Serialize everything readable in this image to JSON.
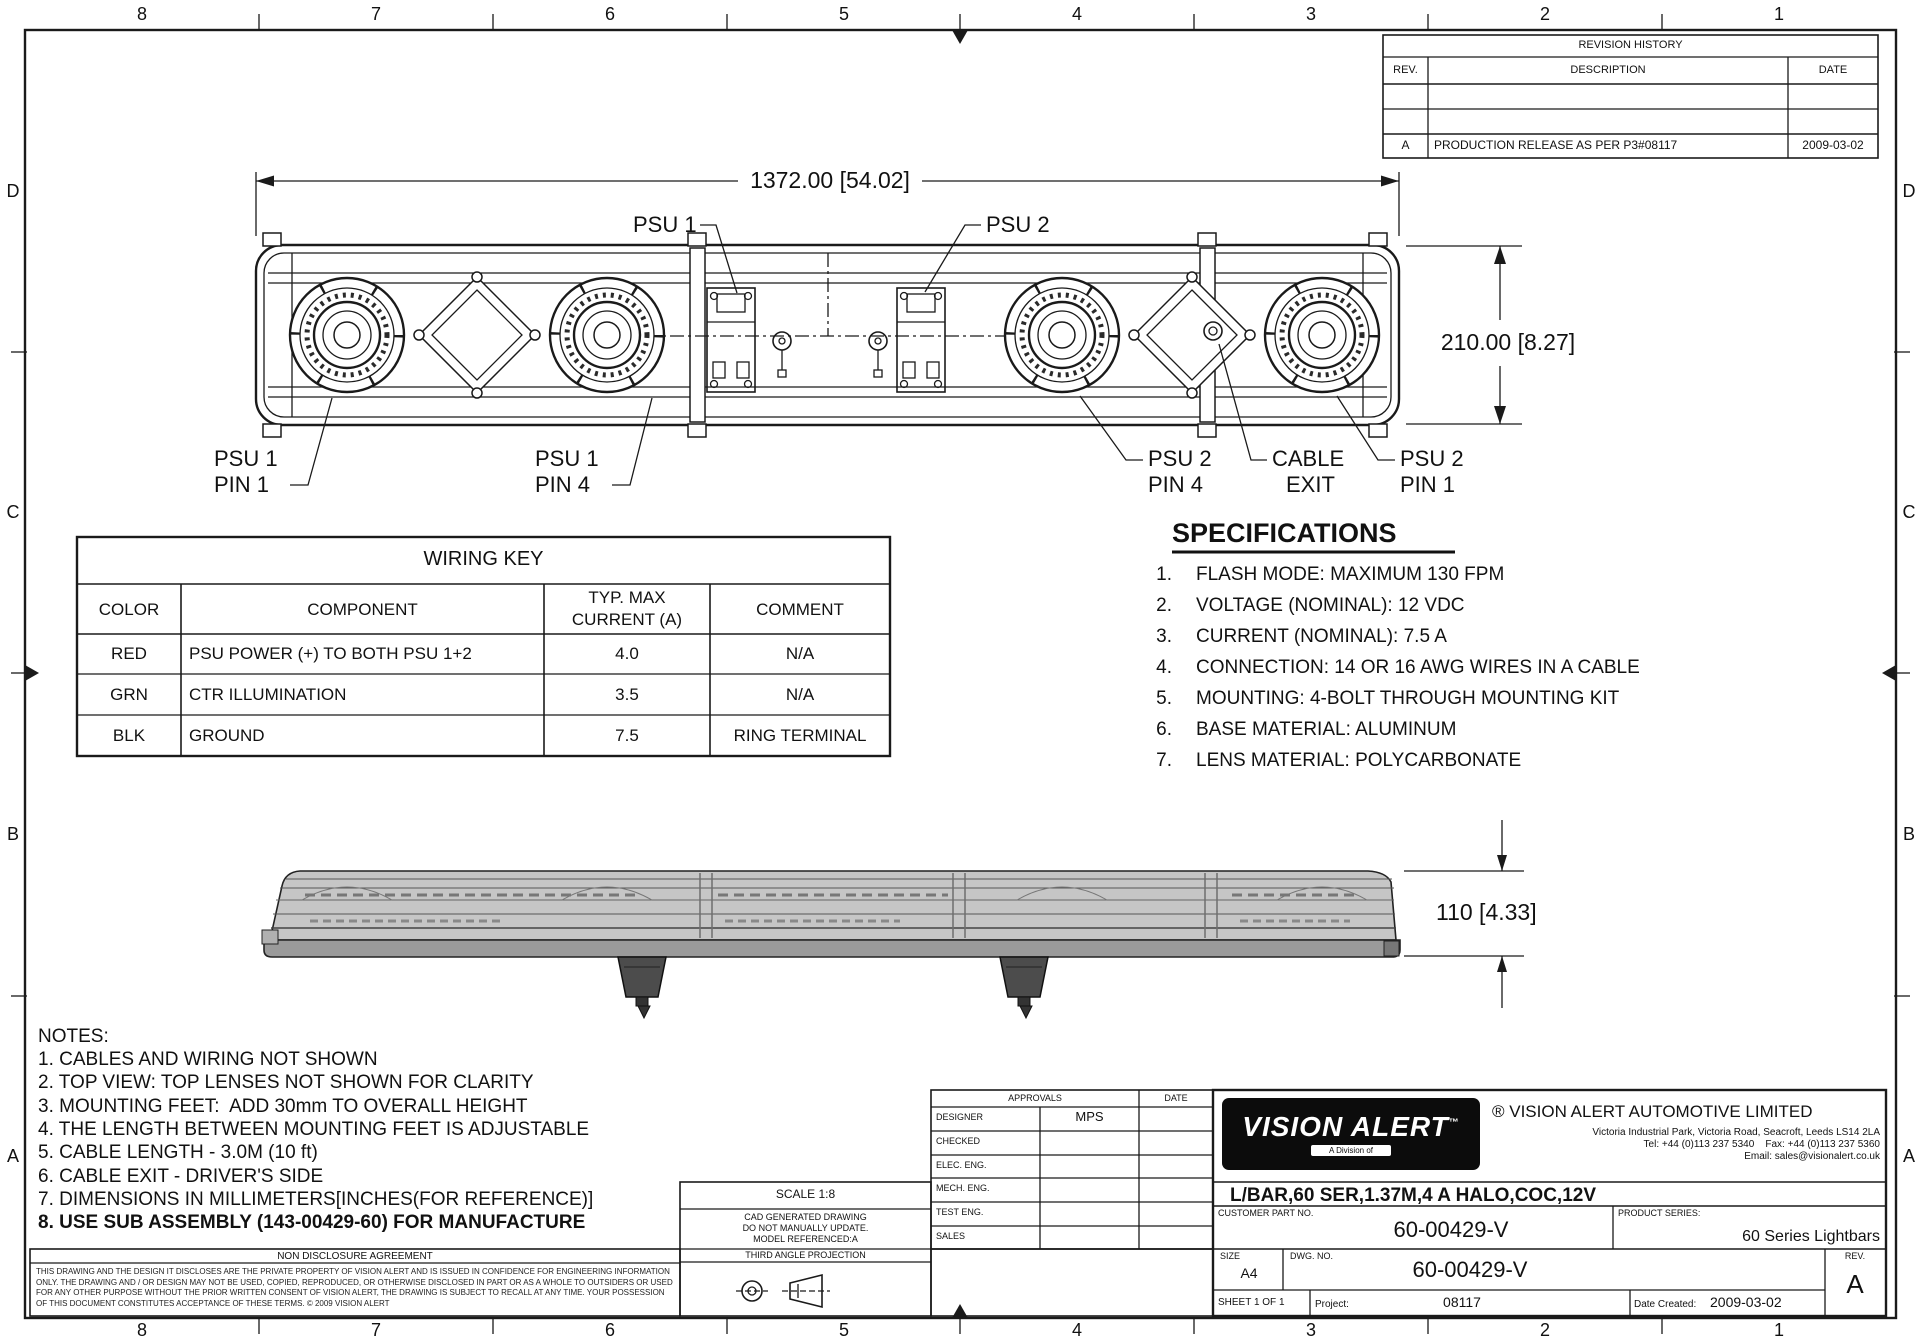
{
  "page": {
    "zones_cols": [
      "8",
      "7",
      "6",
      "5",
      "4",
      "3",
      "2",
      "1"
    ],
    "zones_rows": [
      "D",
      "C",
      "B",
      "A"
    ]
  },
  "revision": {
    "title": "REVISION HISTORY",
    "col_rev": "REV.",
    "col_desc": "DESCRIPTION",
    "col_date": "DATE",
    "row_rev": "A",
    "row_desc": "PRODUCTION RELEASE AS PER P3#08117",
    "row_date": "2009-03-02"
  },
  "top_view": {
    "dim_length": "1372.00 [54.02]",
    "dim_width": "210.00 [8.27]",
    "psu1": "PSU 1",
    "psu2": "PSU 2",
    "psu1_pin1_l1": "PSU 1",
    "psu1_pin1_l2": "PIN 1",
    "psu1_pin4_l1": "PSU 1",
    "psu1_pin4_l2": "PIN 4",
    "psu2_pin4_l1": "PSU 2",
    "psu2_pin4_l2": "PIN 4",
    "cable_exit_l1": "CABLE",
    "cable_exit_l2": "EXIT",
    "psu2_pin1_l1": "PSU 2",
    "psu2_pin1_l2": "PIN 1"
  },
  "side_view": {
    "dim_height": "110 [4.33]"
  },
  "wiring_key": {
    "title": "WIRING KEY",
    "h_color": "COLOR",
    "h_component": "COMPONENT",
    "h_current_l1": "TYP. MAX",
    "h_current_l2": "CURRENT (A)",
    "h_comment": "COMMENT",
    "rows": [
      {
        "color": "RED",
        "component": "PSU POWER (+) TO BOTH PSU 1+2",
        "current": "4.0",
        "comment": "N/A"
      },
      {
        "color": "GRN",
        "component": "CTR ILLUMINATION",
        "current": "3.5",
        "comment": "N/A"
      },
      {
        "color": "BLK",
        "component": "GROUND",
        "current": "7.5",
        "comment": "RING TERMINAL"
      }
    ]
  },
  "specifications": {
    "title": "SPECIFICATIONS",
    "items": [
      {
        "num": "1.",
        "text": "FLASH MODE: MAXIMUM 130 FPM"
      },
      {
        "num": "2.",
        "text": "VOLTAGE (NOMINAL): 12 VDC"
      },
      {
        "num": "3.",
        "text": "CURRENT (NOMINAL): 7.5 A"
      },
      {
        "num": "4.",
        "text": "CONNECTION: 14 OR 16 AWG WIRES IN A CABLE"
      },
      {
        "num": "5.",
        "text": "MOUNTING: 4-BOLT THROUGH MOUNTING KIT"
      },
      {
        "num": "6.",
        "text": "BASE MATERIAL: ALUMINUM"
      },
      {
        "num": "7.",
        "text": "LENS MATERIAL: POLYCARBONATE"
      }
    ]
  },
  "notes": {
    "title": "NOTES:",
    "items": [
      "1. CABLES AND WIRING NOT SHOWN",
      "2. TOP VIEW: TOP LENSES NOT SHOWN FOR CLARITY",
      "3. MOUNTING FEET:  ADD 30mm TO OVERALL HEIGHT",
      "4. THE LENGTH BETWEEN MOUNTING FEET IS ADJUSTABLE",
      "5. CABLE LENGTH - 3.0M (10 ft)",
      "6. CABLE EXIT - DRIVER'S SIDE",
      "7. DIMENSIONS IN MILLIMETERS[INCHES(FOR REFERENCE)]",
      "8. USE SUB ASSEMBLY (143-00429-60) FOR MANUFACTURE"
    ]
  },
  "nda": {
    "title": "NON DISCLOSURE AGREEMENT",
    "body": "THIS DRAWING AND THE DESIGN IT DISCLOSES ARE THE PRIVATE PROPERTY OF VISION ALERT AND IS ISSUED IN CONFIDENCE FOR ENGINEERING INFORMATION ONLY. THE DRAWING AND / OR DESIGN MAY NOT BE USED, COPIED, REPRODUCED, OR OTHERWISE DISCLOSED IN PART OR AS A WHOLE TO OUTSIDERS OR USED FOR ANY OTHER PURPOSE WITHOUT THE PRIOR WRITTEN CONSENT OF VISION ALERT, THE DRAWING IS SUBJECT TO RECALL AT ANY TIME. YOUR POSSESSION OF THIS DOCUMENT CONSTITUTES ACCEPTANCE OF THESE TERMS. © 2009 VISION ALERT"
  },
  "title_block": {
    "approvals_title": "APPROVALS",
    "approvals_date": "DATE",
    "approval_rows": [
      "DESIGNER",
      "CHECKED",
      "ELEC. ENG.",
      "MECH. ENG.",
      "TEST ENG.",
      "SALES"
    ],
    "designer_value": "MPS",
    "scale": "SCALE 1:8",
    "cad_l1": "CAD GENERATED DRAWING",
    "cad_l2": "DO NOT MANUALLY UPDATE.",
    "cad_l3": "MODEL REFERENCED:A",
    "projection": "THIRD ANGLE PROJECTION",
    "logo_text": "VISION ALERT",
    "logo_tm": "™",
    "logo_tagline": "A Division of",
    "company_name": "® VISION ALERT AUTOMOTIVE LIMITED",
    "company_addr": "Victoria Industrial Park, Victoria Road, Seacroft, Leeds LS14 2LA",
    "company_tel": "Tel: +44 (0)113 237 5340    Fax: +44 (0)113 237 5360",
    "company_email": "Email: sales@visionalert.co.uk",
    "title": "L/BAR,60 SER,1.37M,4 A HALO,COC,12V",
    "customer_part_label": "CUSTOMER PART NO.",
    "customer_part": "60-00429-V",
    "product_series_label": "PRODUCT SERIES:",
    "product_series": "60 Series Lightbars",
    "size_label": "SIZE",
    "size": "A4",
    "dwg_label": "DWG. NO.",
    "dwg_no": "60-00429-V",
    "rev_label": "REV.",
    "rev": "A",
    "sheet": "SHEET 1 OF 1",
    "project_label": "Project:",
    "project": "08117",
    "date_created_label": "Date Created:",
    "date_created": "2009-03-02"
  }
}
